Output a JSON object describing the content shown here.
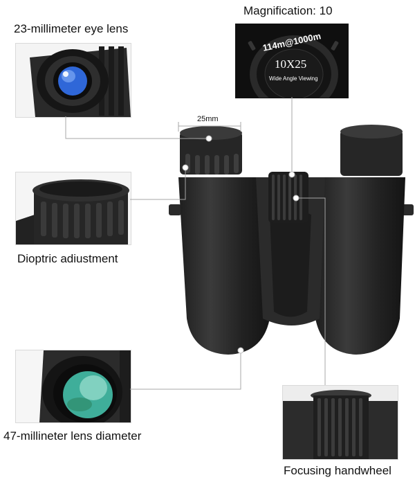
{
  "labels": {
    "magnification": "Magnification: 10",
    "eye_lens": "23-millimeter eye lens",
    "diopter": "Dioptric adiustment",
    "objective": "47-millineter lens diameter",
    "focus": "Focusing handwheel"
  },
  "dimension": {
    "eyepiece_width": "25mm"
  },
  "badge": {
    "ring_text": "114m@1000m",
    "model": "10X25",
    "subtitle": "Wide Angle Viewing"
  },
  "colors": {
    "body": "#2a2a2a",
    "lens_blue": "#2f67d8",
    "lens_green": "#3fae9a",
    "leader_line": "#a7a7a7"
  }
}
